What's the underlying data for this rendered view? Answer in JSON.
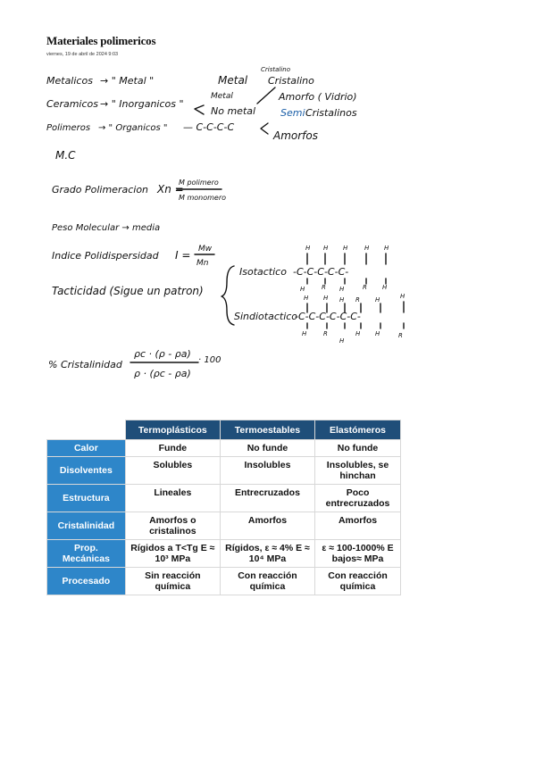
{
  "page": {
    "title": "Materiales polimericos",
    "date": "viernes, 19 de abril de 2024    9:03"
  },
  "notes": {
    "classification": {
      "metalicos": "Metalicos",
      "metalicos_arrow": "→ \" Metal \"",
      "ceramicos": "Ceramicos",
      "ceramicos_arrow": "→ \" Inorganicos \"",
      "polimeros": "Polimeros",
      "polimeros_arrow": "→ \" Organicos \"",
      "chain": "— C-C-C-C",
      "metal": "Metal",
      "metal_small": "Metal",
      "no_metal": "No metal",
      "cristalino_small": "Cristalino",
      "cristalino": "Cristalino",
      "amorfo_vidrio": "Amorfo ( Vidrio)",
      "semi": "Semi",
      "cristalinos": "Cristalinos",
      "amorfos": "Amorfos"
    },
    "mc": "M.C",
    "grado_label": "Grado Polimeracion",
    "grado_var": "Xn =",
    "grado_num": "M polimero",
    "grado_den": "M monomero",
    "peso": "Peso Molecular → media",
    "indice_label": "Indice Polidispersidad",
    "indice_var": "I =",
    "indice_num": "Mw",
    "indice_den": "Mn",
    "tacticidad": "Tacticidad (Sigue un patron)",
    "isotactico": "Isotactico",
    "sindiotactico": "Sindiotactico",
    "chain_iso": "-C-C-C-C-C-",
    "chain_sin": "-C-C-C-C-C-C-",
    "sub_h": "H",
    "sub_r": "R",
    "cristalinidad_label": "% Cristalinidad",
    "cris_num": "ρc · (ρ - ρa)",
    "cris_den": "ρ · (ρc - ρa)",
    "cris_mult": "· 100"
  },
  "table": {
    "headers": [
      "",
      "Termoplásticos",
      "Termoestables",
      "Elastómeros"
    ],
    "rows": [
      {
        "label": "Calor",
        "cells": [
          "Funde",
          "No funde",
          "No funde"
        ]
      },
      {
        "label": "Disolventes",
        "cells": [
          "Solubles",
          "Insolubles",
          "Insolubles, se hinchan"
        ]
      },
      {
        "label": "Estructura",
        "cells": [
          "Lineales",
          "Entrecruzados",
          "Poco entrecruzados"
        ]
      },
      {
        "label": "Cristalinidad",
        "cells": [
          "Amorfos o cristalinos",
          "Amorfos",
          "Amorfos"
        ]
      },
      {
        "label": "Prop. Mecánicas",
        "cells": [
          "Rígidos a T<Tg E ≈ 10³ MPa",
          "Rígidos, ε ≈ 4% E ≈ 10⁴ MPa",
          "ε ≈ 100-1000% E bajos≈ MPa"
        ]
      },
      {
        "label": "Procesado",
        "cells": [
          "Sin reacción química",
          "Con reacción química",
          "Con reacción química"
        ]
      }
    ]
  },
  "colors": {
    "header_bg": "#1f4e79",
    "row_header_bg": "#2e86c9",
    "semi_ink": "#1b5fa8"
  }
}
